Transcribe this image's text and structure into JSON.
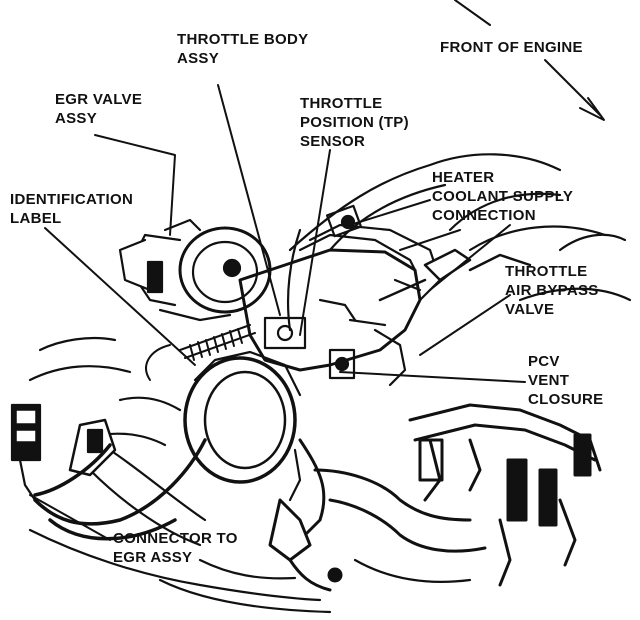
{
  "labels": {
    "throttle_body": [
      "THROTTLE BODY",
      "ASSY"
    ],
    "front_of_engine": [
      "FRONT OF ENGINE"
    ],
    "egr_valve": [
      "EGR VALVE",
      "ASSY"
    ],
    "tp_sensor": [
      "THROTTLE",
      "POSITION (TP)",
      "SENSOR"
    ],
    "identification_label": [
      "IDENTIFICATION",
      "LABEL"
    ],
    "heater_coolant": [
      "HEATER",
      "COOLANT SUPPLY",
      "CONNECTION"
    ],
    "throttle_air_bypass": [
      "THROTTLE",
      "AIR BYPASS",
      "VALVE"
    ],
    "pcv_vent": [
      "PCV",
      "VENT",
      "CLOSURE"
    ],
    "connector_egr": [
      "CONNECTOR TO",
      "EGR ASSY"
    ]
  },
  "colors": {
    "ink": "#111111",
    "paper": "#ffffff"
  }
}
